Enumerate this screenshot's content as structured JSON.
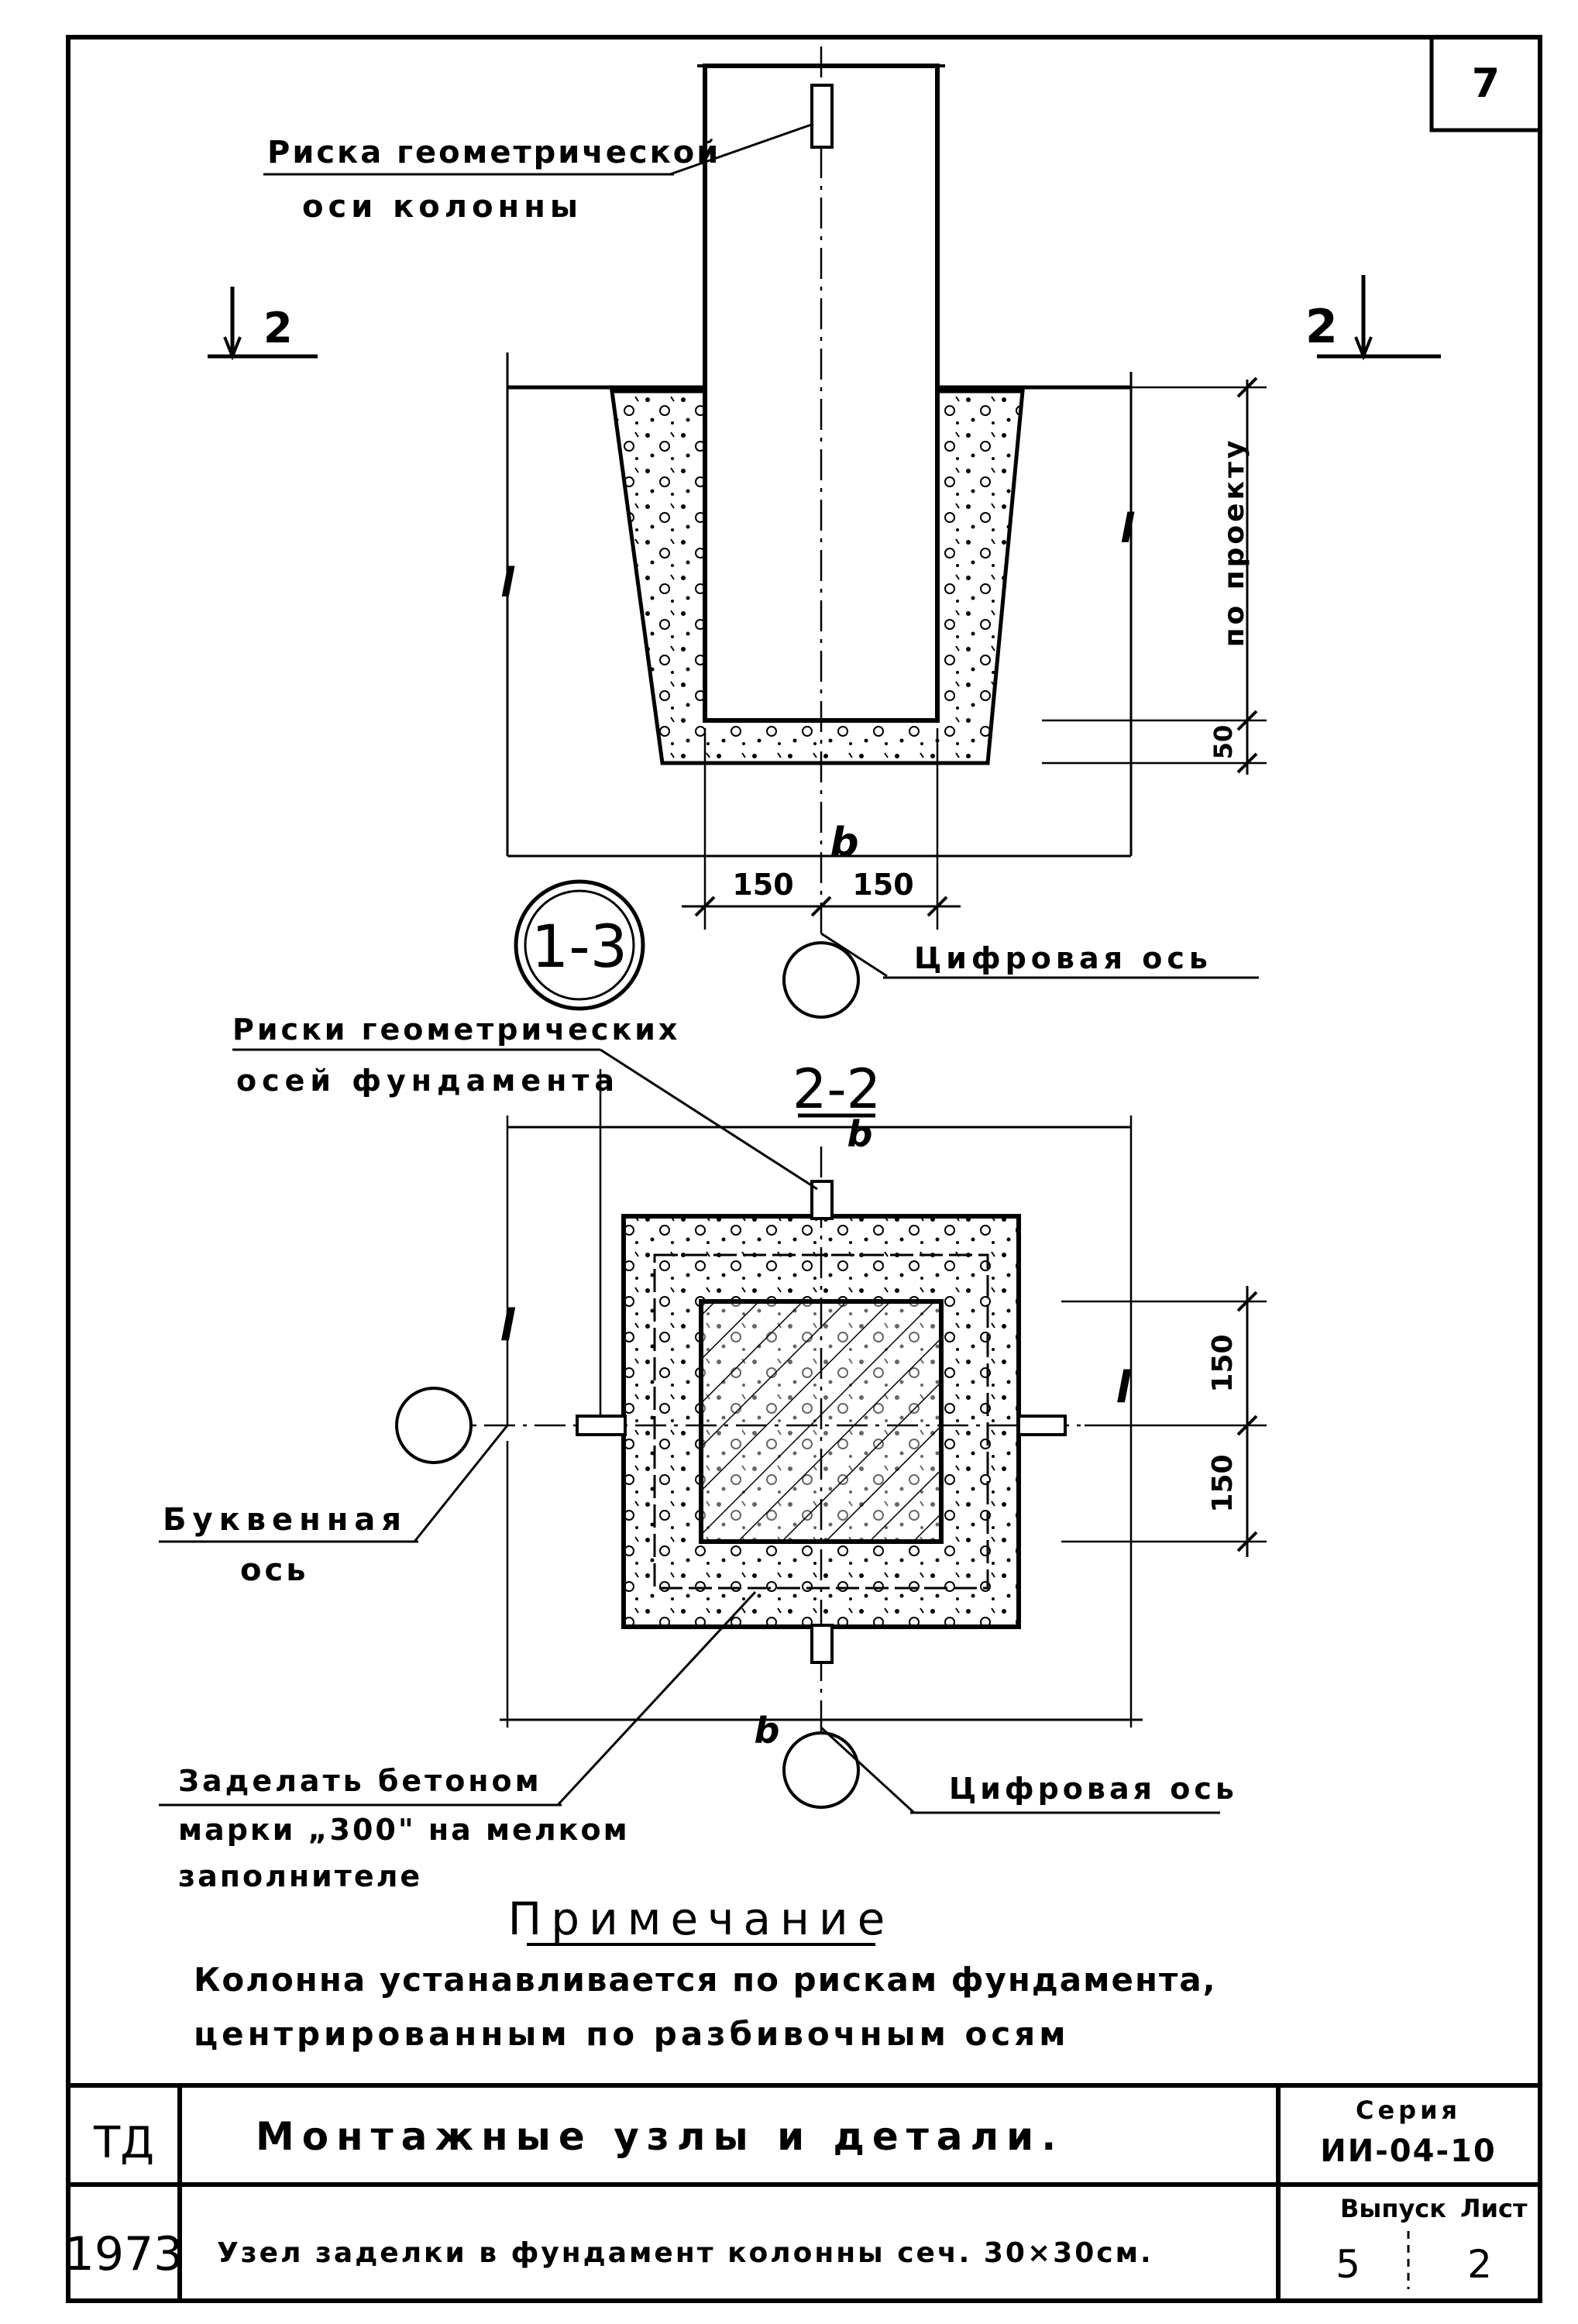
{
  "sheet_number": "7",
  "labels": {
    "column_axis_mark_1": "Риска геометрической",
    "column_axis_mark_2": "оси колонны",
    "section_mark_left": "2",
    "section_mark_right": "2",
    "dim_vertical_project": "по проекту",
    "dim_vertical_project_var": "l",
    "dim_depth_var": "l",
    "dim_bottom_50": "50",
    "dim_width_var": "b",
    "dim_half_left": "150",
    "dim_half_right": "150",
    "node_ref": "1-3",
    "numeric_axis_1": "Цифровая ось",
    "foundation_marks_1": "Риски геометрических",
    "foundation_marks_2": "осей фундамента",
    "section_title": "2-2",
    "plan_dim_top_var": "b",
    "plan_dim_left_var": "l",
    "plan_dim_right_var": "l",
    "plan_dim_150_top": "150",
    "plan_dim_150_bottom": "150",
    "letter_axis_1": "Буквенная",
    "letter_axis_2": "ось",
    "plan_dim_bottom_var": "b",
    "numeric_axis_2": "Цифровая ось",
    "concrete_note_1": "Заделать бетоном",
    "concrete_note_2": "марки „300\" на мелком",
    "concrete_note_3": "заполнителе"
  },
  "note": {
    "title": "Примечание",
    "line1": "Колонна устанавливается по рискам фундамента,",
    "line2": "центрированным по разбивочным осям"
  },
  "title_block": {
    "org": "ТД",
    "year": "1973",
    "title": "Монтажные узлы и детали.",
    "subtitle": "Узел заделки в фундамент колонны сеч. 30×30см.",
    "series_label": "Серия",
    "series_value": "ИИ-04-10",
    "issue_label": "Выпуск",
    "issue_value": "5",
    "sheet_label": "Лист",
    "sheet_value": "2"
  }
}
